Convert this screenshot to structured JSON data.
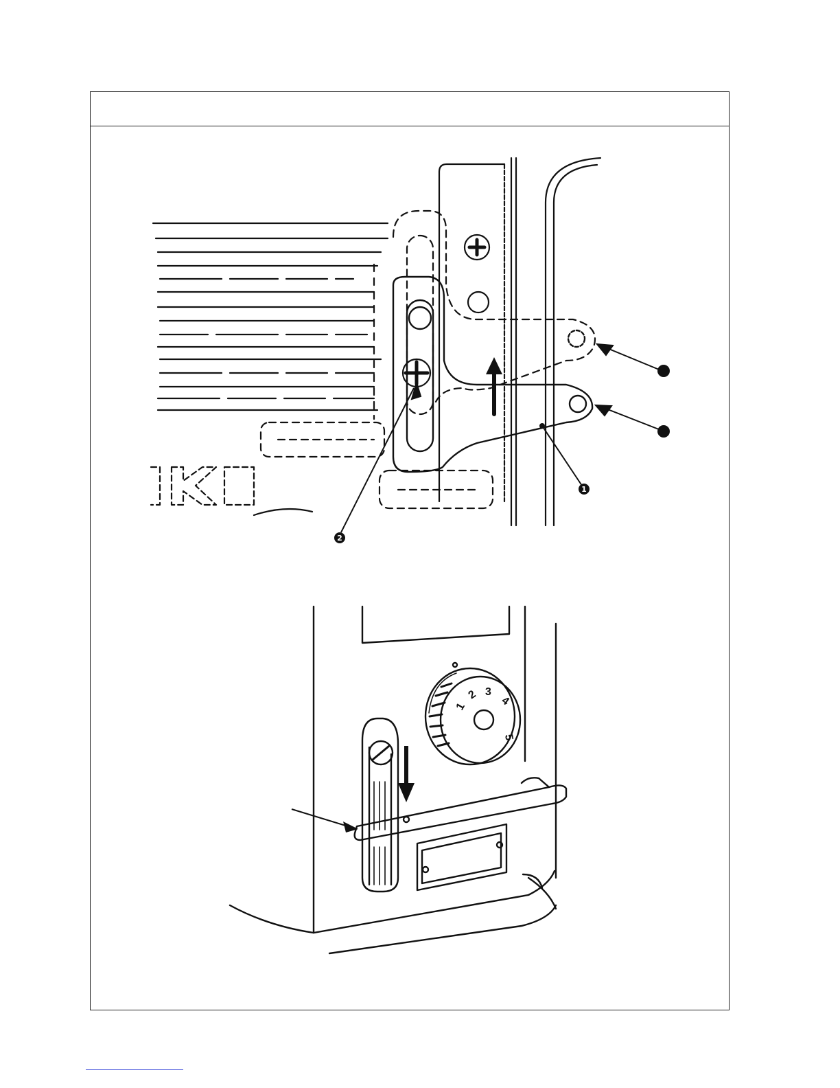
{
  "page": {
    "header_text": ""
  },
  "figure_top": {
    "logo_fragment": "KI",
    "callouts": [
      {
        "id": "c1",
        "marker": "❶",
        "label": ""
      },
      {
        "id": "c2",
        "marker": "❷",
        "label": ""
      },
      {
        "id": "c3",
        "marker": "●",
        "label": ""
      },
      {
        "id": "c4",
        "marker": "●",
        "label": ""
      }
    ]
  },
  "figure_bottom": {
    "dial_numbers": [
      "1",
      "2",
      "3",
      "4",
      "5"
    ],
    "callout_label": ""
  },
  "colors": {
    "line": "#111111",
    "footer_rule": "#2b3bd6"
  }
}
